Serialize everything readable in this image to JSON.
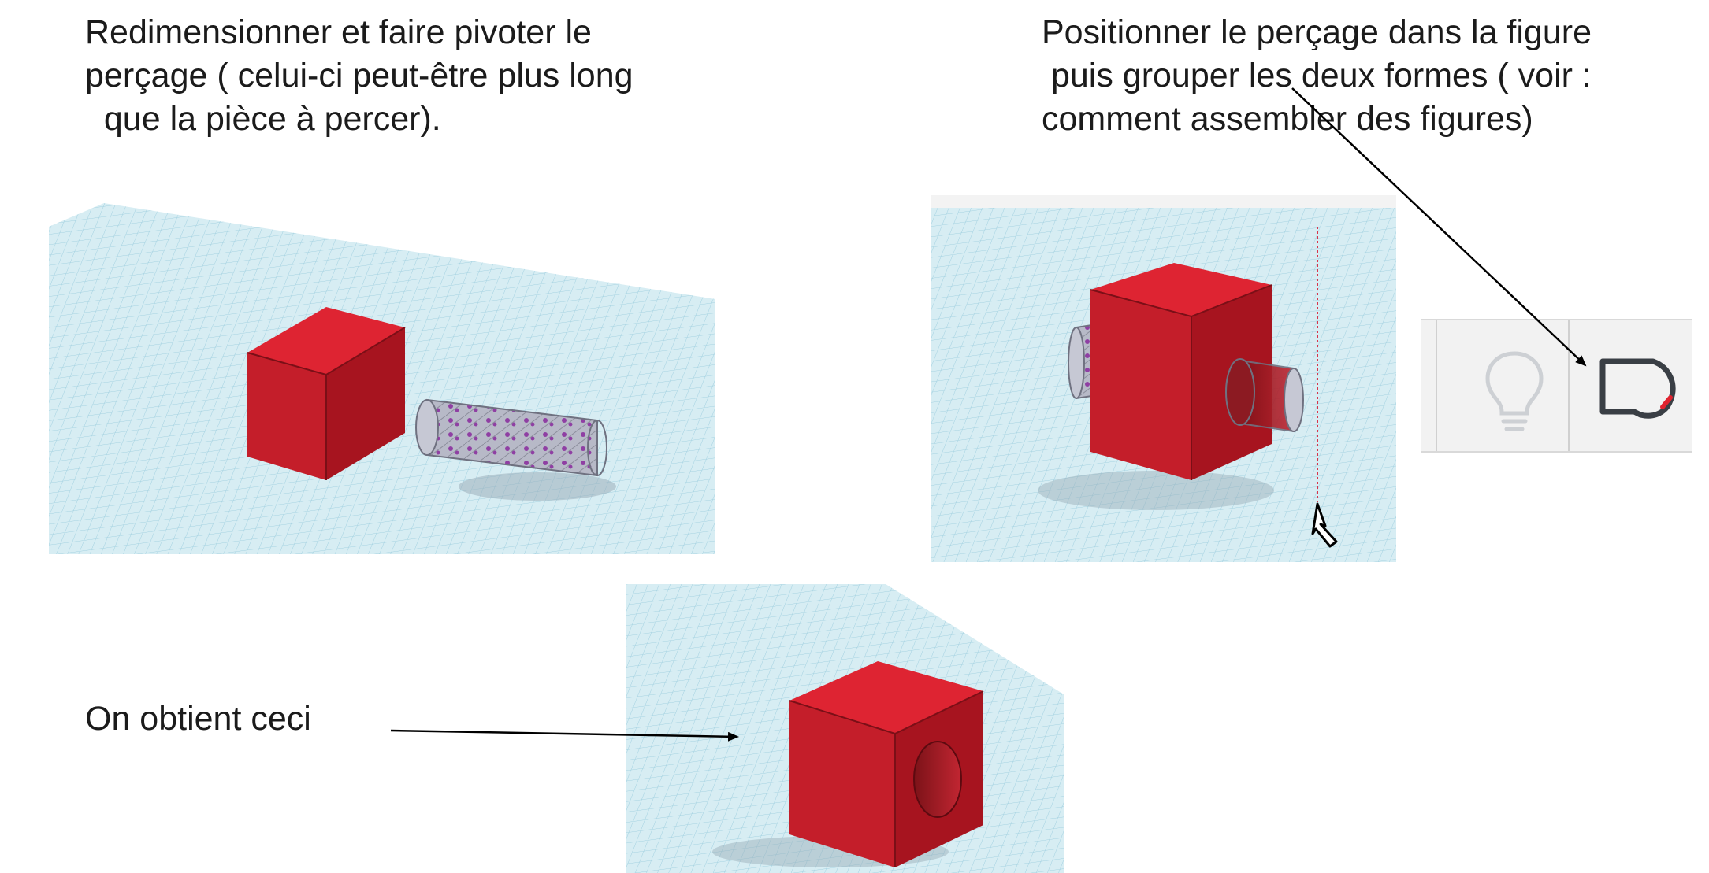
{
  "captions": {
    "left": "Redimensionner et faire pivoter le\nperçage ( celui-ci peut-être plus long\n  que la pièce à percer).",
    "right": "Positionner le perçage dans la figure\n puis grouper les deux formes ( voir :\ncomment assembler des figures)",
    "bottom": "On obtient ceci"
  },
  "panels": [
    {
      "name": "hole-not-positioned",
      "shapes": [
        "box",
        "hole-cylinder"
      ]
    },
    {
      "name": "hole-positioned",
      "shapes": [
        "box",
        "hole-cylinder"
      ]
    },
    {
      "name": "grouped-result",
      "shapes": [
        "box-with-hole"
      ]
    }
  ],
  "toolbar": {
    "icons": [
      "lightbulb-icon",
      "group-icon"
    ]
  },
  "colors": {
    "grid_background": "#d7edf3",
    "grid_line": "#9fcfdf",
    "box_front": "#c41e2a",
    "box_side": "#a7141f",
    "box_top": "#de2432",
    "hole_fill": "#b7b9c7",
    "hole_dots": "#8f3fa3",
    "toolbar_background": "#f2f2f2",
    "annotation_line": "#000000"
  }
}
